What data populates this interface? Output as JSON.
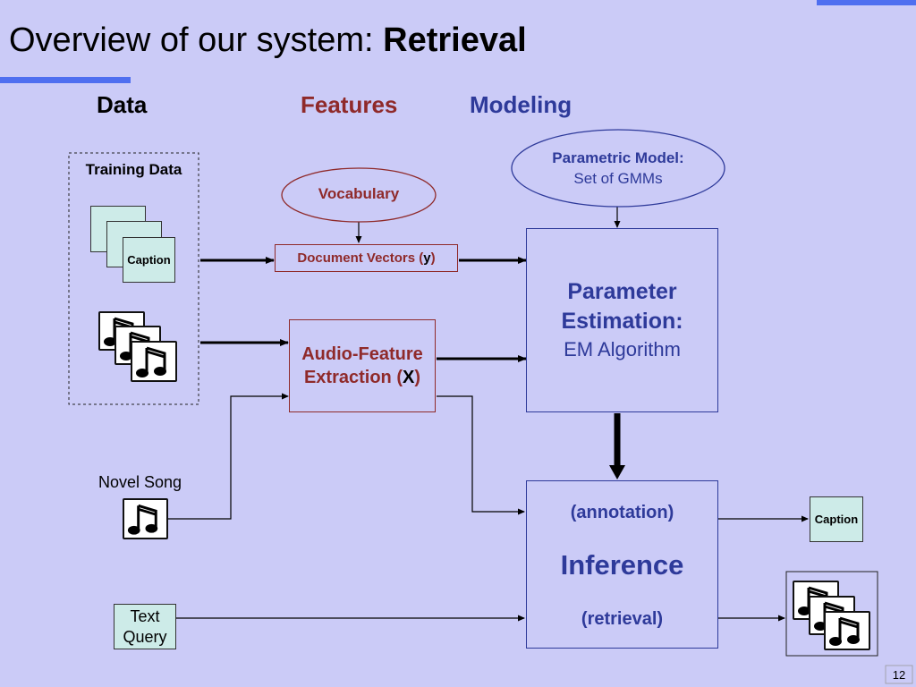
{
  "title": {
    "normal": "Overview of our system: ",
    "bold": "Retrieval"
  },
  "columns": {
    "data": "Data",
    "features": "Features",
    "modeling": "Modeling"
  },
  "training_data": {
    "label": "Training Data",
    "caption": "Caption"
  },
  "vocabulary": "Vocabulary",
  "document_vectors": {
    "label": "Document Vectors (",
    "var": "y",
    "close": ")"
  },
  "audio_feature": {
    "line1": "Audio-Feature",
    "line2": "Extraction (",
    "var": "X",
    "close": ")"
  },
  "parametric_model": {
    "line1": "Parametric Model:",
    "line2": "Set of GMMs"
  },
  "parameter_estimation": {
    "line1": "Parameter",
    "line2": "Estimation:",
    "line3": "EM Algorithm"
  },
  "inference": {
    "annotation": "(annotation)",
    "label": "Inference",
    "retrieval": "(retrieval)"
  },
  "novel_song": "Novel Song",
  "text_query": {
    "line1": "Text",
    "line2": "Query"
  },
  "output_caption": "Caption",
  "slide_number": "12",
  "colors": {
    "background": "#cbcbf7",
    "blue_text": "#2e3a9a",
    "red_text": "#8f2a2a",
    "accent": "#4f6ff0",
    "card": "#cdebe8"
  },
  "icons": [
    "music-note-icon",
    "document-icon",
    "arrow-icon"
  ]
}
